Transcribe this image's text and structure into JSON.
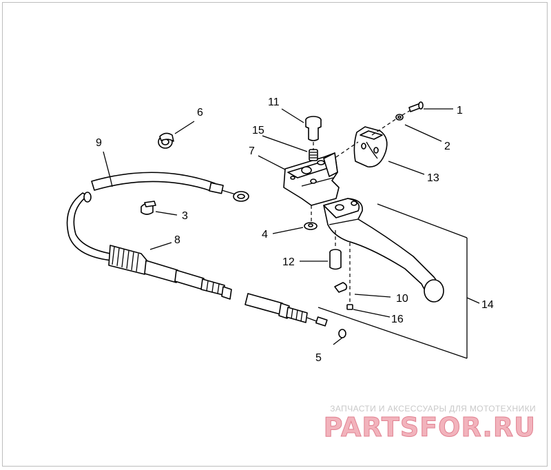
{
  "diagram": {
    "callouts": [
      {
        "id": "1",
        "text": "1"
      },
      {
        "id": "2",
        "text": "2"
      },
      {
        "id": "3",
        "text": "3"
      },
      {
        "id": "4",
        "text": "4"
      },
      {
        "id": "5",
        "text": "5"
      },
      {
        "id": "6",
        "text": "6"
      },
      {
        "id": "7",
        "text": "7"
      },
      {
        "id": "8",
        "text": "8"
      },
      {
        "id": "9",
        "text": "9"
      },
      {
        "id": "10",
        "text": "10"
      },
      {
        "id": "11",
        "text": "11"
      },
      {
        "id": "12",
        "text": "12"
      },
      {
        "id": "13",
        "text": "13"
      },
      {
        "id": "14",
        "text": "14"
      },
      {
        "id": "15",
        "text": "15"
      },
      {
        "id": "16",
        "text": "16"
      }
    ]
  },
  "watermark": {
    "tagline": "ЗАПЧАСТИ И АКСЕССУАРЫ ДЛЯ МОТОТЕХНИКИ",
    "logo": "PARTSFOR.RU",
    "color": "#f2b3bc"
  }
}
